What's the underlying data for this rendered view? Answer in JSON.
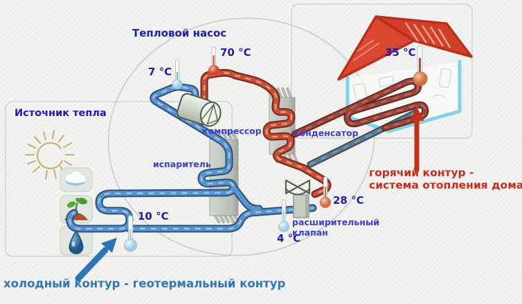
{
  "diagram": {
    "heat_pump": {
      "label": "Тепловой насос"
    },
    "heat_source": {
      "label": "Источник тепла"
    },
    "components": {
      "compressor": "компрессор",
      "condenser": "конденсатор",
      "evaporator": "испаритель",
      "expansion_valve_line1": "расширительный",
      "expansion_valve_line2": "клапан"
    },
    "temperatures": {
      "evaporator_out": "7 °C",
      "compressor_out": "70 °C",
      "house": "35 °C",
      "ground_loop": "10 °C",
      "condenser_out": "28 °C",
      "expansion_valve_out": "4 °C"
    },
    "annotations": {
      "cold_circuit": "холодный контур - геотермальный контур",
      "hot_circuit_line1": "горячий контур -",
      "hot_circuit_line2": "система отопления дома"
    },
    "icons": [
      "sun-icon",
      "cloud-icon",
      "sprout-icon",
      "water-drop-icon"
    ],
    "colors": {
      "cold_pipe": "#5d93cc",
      "hot_pipe": "#c5503a",
      "house_supply_pipe": "#9c453c",
      "return_pipe": "#5f768c",
      "cold_text": "#2f78b8",
      "hot_text": "#cb2c1a",
      "component_label": "#3d3dd0",
      "header_text": "#1c1cb6",
      "roof": "#d24129",
      "house_wall": "#82d2e4"
    }
  }
}
